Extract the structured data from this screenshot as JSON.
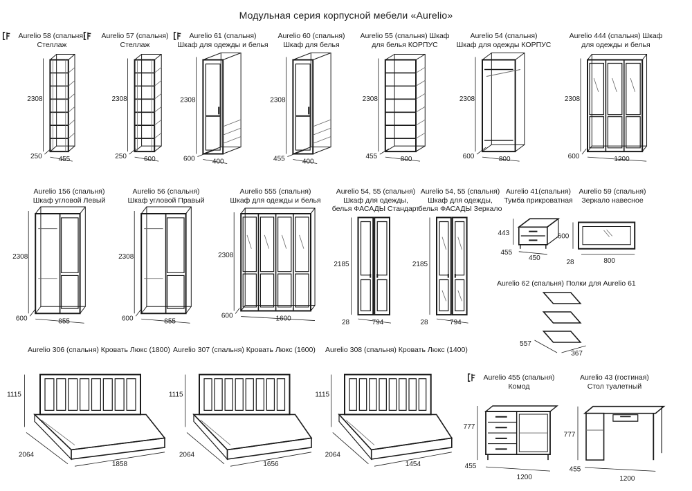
{
  "title": "Модульная серия корпусной мебели «Aurelio»",
  "items": [
    {
      "key": "s58",
      "lines": [
        "Aurelio 58 (спальня)",
        "Стеллаж"
      ],
      "icon": true,
      "type": "rack",
      "dims": {
        "h": "2308",
        "d": "250",
        "w": "455"
      }
    },
    {
      "key": "s57",
      "lines": [
        "Aurelio  57 (спальня)",
        "Стеллаж"
      ],
      "icon": true,
      "type": "rack",
      "dims": {
        "h": "2308",
        "d": "250",
        "w": "600"
      }
    },
    {
      "key": "s61",
      "lines": [
        "Aurelio 61 (спальня)",
        "Шкаф для одежды и белья"
      ],
      "icon": true,
      "type": "tall-door",
      "dims": {
        "h": "2308",
        "d": "600",
        "w": "400"
      }
    },
    {
      "key": "s60",
      "lines": [
        "Aurelio 60 (спальня)",
        "Шкаф для белья"
      ],
      "icon": false,
      "type": "tall-door",
      "dims": {
        "h": "2308",
        "d": "455",
        "w": "400"
      }
    },
    {
      "key": "s55",
      "lines": [
        "Aurelio 55 (спальня) Шкаф",
        "для белья КОРПУС"
      ],
      "icon": false,
      "type": "rack-wide",
      "dims": {
        "h": "2308",
        "d": "455",
        "w": "800"
      }
    },
    {
      "key": "s54",
      "lines": [
        "Aurelio  54 (спальня)",
        "Шкаф для одежды КОРПУС"
      ],
      "icon": false,
      "type": "hanger",
      "dims": {
        "h": "2308",
        "d": "600",
        "w": "800"
      }
    },
    {
      "key": "s444",
      "lines": [
        "Aurelio 444 (спальня) Шкаф",
        "для одежды и белья"
      ],
      "icon": false,
      "type": "wardrobe3",
      "dims": {
        "h": "2308",
        "d": "600",
        "w": "1200"
      }
    },
    {
      "key": "s156",
      "lines": [
        "Aurelio 156 (спальня)",
        "Шкаф угловой Левый"
      ],
      "icon": false,
      "type": "corner",
      "dims": {
        "h": "2308",
        "d": "600",
        "w": "855"
      }
    },
    {
      "key": "s56",
      "lines": [
        "Aurelio 56 (спальня)",
        "Шкаф угловой Правый"
      ],
      "icon": false,
      "type": "corner",
      "dims": {
        "h": "2308",
        "d": "600",
        "w": "855"
      }
    },
    {
      "key": "s555",
      "lines": [
        "Aurelio 555 (спальня)",
        "Шкаф для одежды и белья"
      ],
      "icon": false,
      "type": "wardrobe4",
      "dims": {
        "h": "2308",
        "d": "600",
        "w": "1600"
      }
    },
    {
      "key": "f1",
      "lines": [
        "Aurelio 54, 55 (спальня)",
        "Шкаф для одежды,",
        "белья ФАСАДЫ Стандарт"
      ],
      "icon": false,
      "type": "facade",
      "dims": {
        "h": "2185",
        "d": "28",
        "w": "794"
      }
    },
    {
      "key": "f2",
      "lines": [
        "Aurelio 54, 55 (спальня)",
        "Шкаф для одежды,",
        "белья ФАСАДЫ Зеркало"
      ],
      "icon": false,
      "type": "facade-mirror",
      "dims": {
        "h": "2185",
        "d": "28",
        "w": "794"
      }
    },
    {
      "key": "s41",
      "lines": [
        "Aurelio 41(спальня)",
        "Тумба прикроватная"
      ],
      "icon": false,
      "type": "nightstand",
      "dims": {
        "h": "443",
        "d": "455",
        "w": "450"
      }
    },
    {
      "key": "s59",
      "lines": [
        "Aurelio 59 (спальня)",
        "Зеркало навесное"
      ],
      "icon": false,
      "type": "mirror",
      "dims": {
        "h": "600",
        "d": "28",
        "w": "800"
      }
    },
    {
      "key": "s62",
      "lines": [
        "Aurelio 62 (спальня) Полки для Aurelio 61"
      ],
      "icon": false,
      "type": "shelves",
      "dims": {
        "h": "",
        "d": "557",
        "w": "367"
      }
    },
    {
      "key": "b306",
      "lines": [
        "Aurelio 306 (спальня) Кровать Люкс (1800)"
      ],
      "icon": false,
      "type": "bed",
      "dims": {
        "h": "1115",
        "d": "2064",
        "w": "1858"
      }
    },
    {
      "key": "b307",
      "lines": [
        "Aurelio 307 (спальня) Кровать Люкс (1600)"
      ],
      "icon": false,
      "type": "bed",
      "dims": {
        "h": "1115",
        "d": "2064",
        "w": "1656"
      }
    },
    {
      "key": "b308",
      "lines": [
        "Aurelio 308 (спальня) Кровать Люкс (1400)"
      ],
      "icon": false,
      "type": "bed",
      "dims": {
        "h": "1115",
        "d": "2064",
        "w": "1454"
      }
    },
    {
      "key": "s455",
      "lines": [
        "Aurelio 455 (спальня)",
        "Комод"
      ],
      "icon": true,
      "type": "dresser",
      "dims": {
        "h": "777",
        "d": "455",
        "w": "1200"
      }
    },
    {
      "key": "s43",
      "lines": [
        "Aurelio 43 (гостиная)",
        "Стол  туалетный"
      ],
      "icon": false,
      "type": "table",
      "dims": {
        "h": "777",
        "d": "455",
        "w": "1200"
      }
    }
  ]
}
